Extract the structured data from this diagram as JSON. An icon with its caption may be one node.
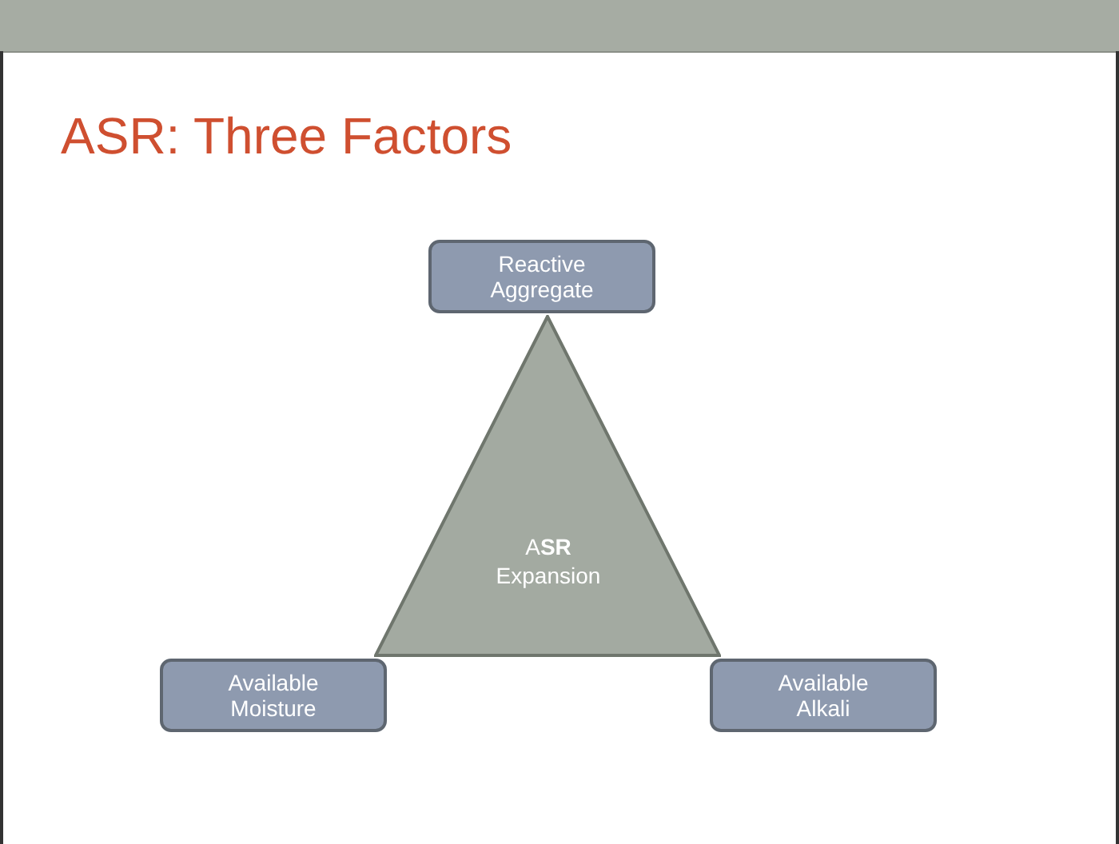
{
  "diagram": {
    "title": "ASR: Three Factors",
    "nodes": [
      {
        "text": [
          "A**SR** Expansion"
        ]
      },
      {
        "text": [
          "Reactive Aggregate"
        ]
      },
      {
        "text": [
          "Available Moisture"
        ]
      },
      {
        "text": [
          "Available Alkali"
        ]
      }
    ],
    "edges": []
  }
}
